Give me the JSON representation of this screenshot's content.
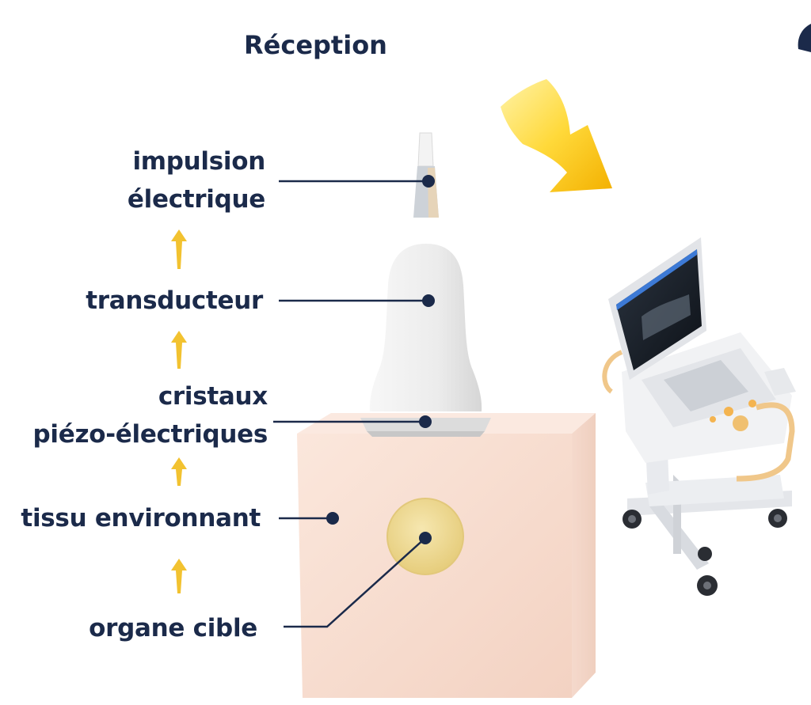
{
  "title": "Réception",
  "labels": {
    "impulsion_line1": "impulsion",
    "impulsion_line2": "électrique",
    "transducteur": "transducteur",
    "cristaux_line1": "cristaux",
    "cristaux_line2": "piézo-électriques",
    "tissu": "tissu environnant",
    "organe": "organe cible"
  },
  "colors": {
    "text": "#1b2a4a",
    "arrow": "#f2c230",
    "tissue_block": "#f7ddd0",
    "organ": "#f1dc9a",
    "probe": "#f2f2f2"
  },
  "icons": [
    "up-arrow-icon",
    "curved-arrow-icon",
    "ultrasound-machine-icon"
  ]
}
